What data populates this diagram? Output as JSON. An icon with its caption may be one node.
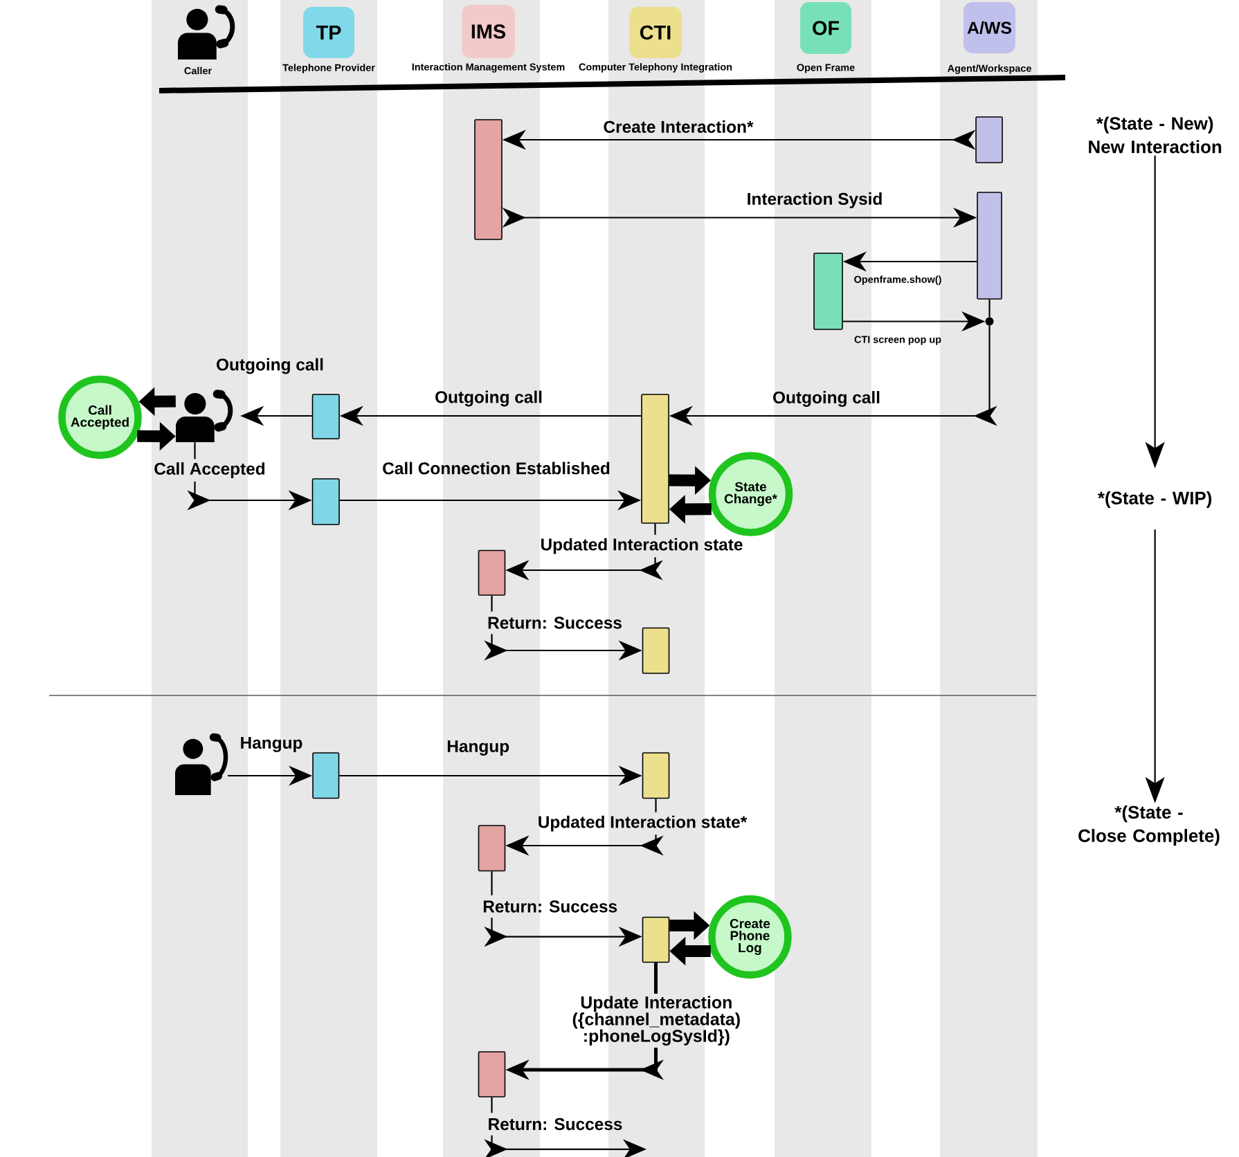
{
  "diagram": {
    "nodes": [
      {
        "text": [],
        "shape": "person",
        "beside": [
          "Caller"
        ]
      },
      {
        "text": [
          "TP"
        ],
        "beside": [
          "Telephone Provider"
        ]
      },
      {
        "text": [
          "IMS"
        ],
        "beside": [
          "Interaction Management System"
        ]
      },
      {
        "text": [
          "CTI"
        ],
        "beside": [
          "Computer Telephony Integration"
        ]
      },
      {
        "text": [
          "OF"
        ],
        "beside": [
          "Open Frame"
        ]
      },
      {
        "text": [
          "A/WS"
        ],
        "beside": [
          "Agent/Workspace"
        ]
      },
      {
        "text": [
          "*(State - New) New Interaction"
        ]
      },
      {
        "text": [],
        "shape": "bar"
      },
      {
        "text": [],
        "shape": "bar"
      },
      {
        "text": [],
        "shape": "bar"
      },
      {
        "text": [],
        "shape": "bar"
      },
      {
        "text": [],
        "shape": "circle"
      },
      {
        "text": [
          "Call Accepted"
        ]
      },
      {
        "text": [],
        "shape": "person"
      },
      {
        "text": [],
        "shape": "bar"
      },
      {
        "text": [],
        "shape": "bar"
      },
      {
        "text": [],
        "shape": "bar"
      },
      {
        "text": [
          "State Change*"
        ]
      },
      {
        "text": [
          "*(State - WIP)"
        ]
      },
      {
        "text": [],
        "shape": "bar"
      },
      {
        "text": [],
        "shape": "bar"
      },
      {
        "text": [],
        "shape": "person"
      },
      {
        "text": [],
        "shape": "bar"
      },
      {
        "text": [],
        "shape": "bar"
      },
      {
        "text": [
          "*(State - Close Complete)"
        ]
      },
      {
        "text": [],
        "shape": "bar"
      },
      {
        "text": [],
        "shape": "bar"
      },
      {
        "text": [
          "Create Phone Log"
        ]
      },
      {
        "text": [],
        "shape": "bar"
      }
    ],
    "edges": [
      {
        "from": 8,
        "to": 7,
        "arrow": "to",
        "label": "Create Interaction*"
      },
      {
        "from": 7,
        "to": 9,
        "arrow": "to",
        "label": "Interaction Sysid"
      },
      {
        "from": 9,
        "to": 10,
        "arrow": "to",
        "label": "Openframe.show()"
      },
      {
        "from": 10,
        "to": 11,
        "arrow": "to",
        "label": "CTI screen pop up"
      },
      {
        "from": 9,
        "to": 11,
        "arrow": "none"
      },
      {
        "from": 11,
        "to": 15,
        "arrow": "to",
        "label": "Outgoing call"
      },
      {
        "from": 15,
        "to": 14,
        "arrow": "to",
        "label": "Outgoing call"
      },
      {
        "from": 14,
        "to": 13,
        "arrow": "to",
        "label": "Outgoing call"
      },
      {
        "from": 13,
        "to": 12,
        "arrow": "to",
        "style": "thick"
      },
      {
        "from": 12,
        "to": 13,
        "arrow": "to",
        "style": "thick"
      },
      {
        "from": 13,
        "to": 16,
        "arrow": "to",
        "label": "Call Accepted"
      },
      {
        "from": 16,
        "to": 15,
        "arrow": "to",
        "label": "Call Connection Established"
      },
      {
        "from": 15,
        "to": 17,
        "arrow": "to",
        "style": "thick"
      },
      {
        "from": 17,
        "to": 15,
        "arrow": "to",
        "style": "thick"
      },
      {
        "from": 15,
        "to": 19,
        "arrow": "to",
        "label": "Updated Interaction state"
      },
      {
        "from": 19,
        "to": 20,
        "arrow": "to",
        "label": "Return: Success"
      },
      {
        "from": 21,
        "to": 22,
        "arrow": "to",
        "label": "Hangup"
      },
      {
        "from": 22,
        "to": 23,
        "arrow": "to",
        "label": "Hangup"
      },
      {
        "from": 23,
        "to": 25,
        "arrow": "to",
        "label": "Updated Interaction state*"
      },
      {
        "from": 25,
        "to": 26,
        "arrow": "to",
        "label": "Return: Success"
      },
      {
        "from": 26,
        "to": 27,
        "arrow": "to",
        "style": "thick"
      },
      {
        "from": 27,
        "to": 26,
        "arrow": "to",
        "style": "thick"
      },
      {
        "from": 26,
        "to": 28,
        "arrow": "to",
        "label": "Update Interaction ({channel_metadata) :phoneLogSysId})",
        "style": "thick"
      },
      {
        "from": 28,
        "to": null,
        "arrow": "to",
        "label": "Return: Success"
      },
      {
        "from": 6,
        "to": 18,
        "arrow": "to"
      },
      {
        "from": 18,
        "to": 24,
        "arrow": "to"
      }
    ]
  }
}
